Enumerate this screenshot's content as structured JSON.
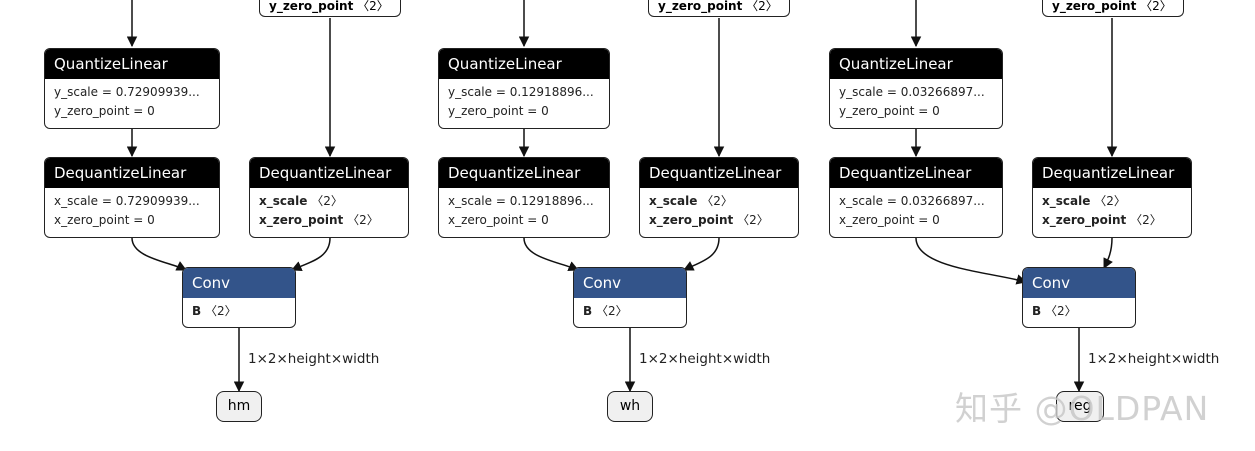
{
  "diagram": {
    "stub_label": {
      "name": "y_zero_point",
      "shape": "〈2〉"
    },
    "edge_label": "1×2×height×width",
    "columns": [
      {
        "quantize": {
          "title": "QuantizeLinear",
          "y_scale": "y_scale = 0.72909939...",
          "y_zero_point": "y_zero_point = 0"
        },
        "dequantize_left": {
          "title": "DequantizeLinear",
          "x_scale": "x_scale = 0.72909939...",
          "x_zero_point": "x_zero_point = 0"
        },
        "dequantize_right": {
          "title": "DequantizeLinear",
          "x_scale_name": "x_scale",
          "x_scale_shape": "〈2〉",
          "x_zero_point_name": "x_zero_point",
          "x_zero_point_shape": "〈2〉"
        },
        "conv": {
          "title": "Conv",
          "b_name": "B",
          "b_shape": "〈2〉"
        },
        "output": "hm"
      },
      {
        "quantize": {
          "title": "QuantizeLinear",
          "y_scale": "y_scale = 0.12918896...",
          "y_zero_point": "y_zero_point = 0"
        },
        "dequantize_left": {
          "title": "DequantizeLinear",
          "x_scale": "x_scale = 0.12918896...",
          "x_zero_point": "x_zero_point = 0"
        },
        "dequantize_right": {
          "title": "DequantizeLinear",
          "x_scale_name": "x_scale",
          "x_scale_shape": "〈2〉",
          "x_zero_point_name": "x_zero_point",
          "x_zero_point_shape": "〈2〉"
        },
        "conv": {
          "title": "Conv",
          "b_name": "B",
          "b_shape": "〈2〉"
        },
        "output": "wh"
      },
      {
        "quantize": {
          "title": "QuantizeLinear",
          "y_scale": "y_scale = 0.03266897...",
          "y_zero_point": "y_zero_point = 0"
        },
        "dequantize_left": {
          "title": "DequantizeLinear",
          "x_scale": "x_scale = 0.03266897...",
          "x_zero_point": "x_zero_point = 0"
        },
        "dequantize_right": {
          "title": "DequantizeLinear",
          "x_scale_name": "x_scale",
          "x_scale_shape": "〈2〉",
          "x_zero_point_name": "x_zero_point",
          "x_zero_point_shape": "〈2〉"
        },
        "conv": {
          "title": "Conv",
          "b_name": "B",
          "b_shape": "〈2〉"
        },
        "output": "reg"
      }
    ]
  },
  "watermark": "知乎 @OLDPAN"
}
